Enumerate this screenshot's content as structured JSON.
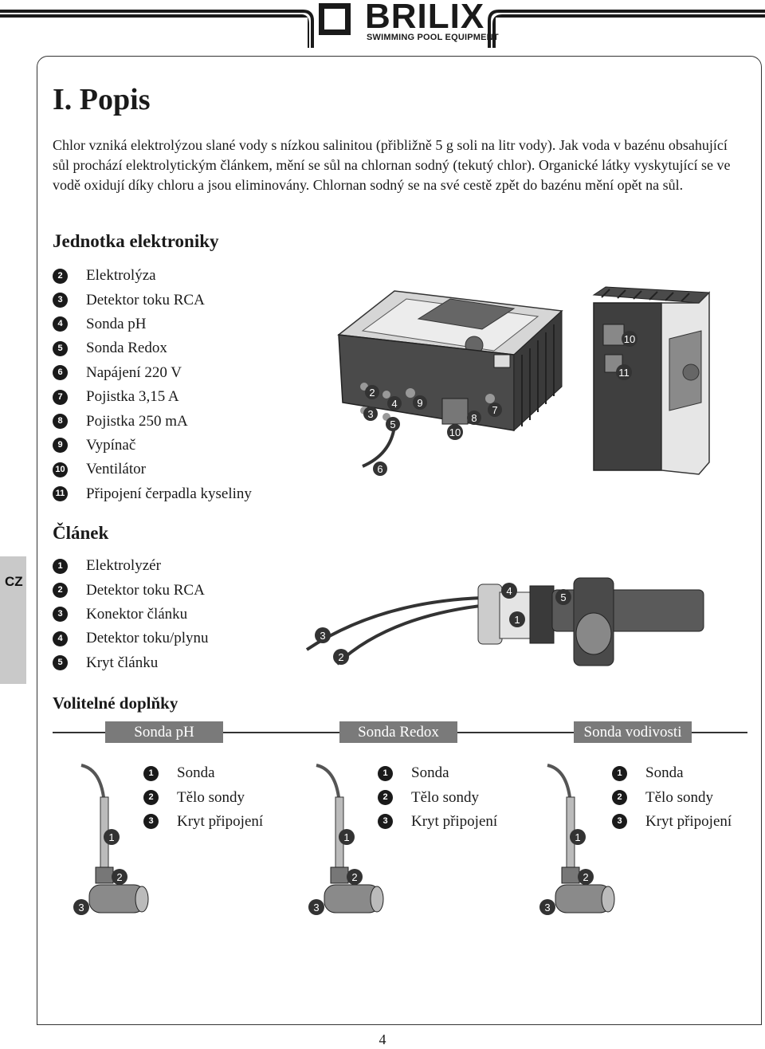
{
  "brand": {
    "name": "BRILIX",
    "tagline": "SWIMMING POOL EQUIPMENT"
  },
  "side_tab": "CZ",
  "title": "I. Popis",
  "intro": "Chlor vzniká elektrolýzou slané vody s nízkou salinitou (přibližně 5 g soli na litr vody). Jak voda v bazénu obsahující sůl prochází elektrolytickým článkem, mění se sůl na chlornan sodný (tekutý chlor). Organické látky vyskytující se ve vodě oxidují díky chloru a jsou eliminovány. Chlornan sodný se na své cestě zpět do bazénu mění opět na sůl.",
  "electronics": {
    "heading": "Jednotka elektroniky",
    "items": [
      {
        "n": "2",
        "label": "Elektrolýza"
      },
      {
        "n": "3",
        "label": "Detektor toku RCA"
      },
      {
        "n": "4",
        "label": "Sonda pH"
      },
      {
        "n": "5",
        "label": "Sonda Redox"
      },
      {
        "n": "6",
        "label": "Napájení 220 V"
      },
      {
        "n": "7",
        "label": "Pojistka 3,15 A"
      },
      {
        "n": "8",
        "label": "Pojistka 250 mA"
      },
      {
        "n": "9",
        "label": "Vypínač"
      },
      {
        "n": "10",
        "label": "Ventilátor"
      },
      {
        "n": "11",
        "label": "Připojení čerpadla kyseliny"
      }
    ],
    "callouts": [
      "2",
      "3",
      "4",
      "5",
      "6",
      "7",
      "8",
      "9",
      "10",
      "10",
      "11"
    ]
  },
  "cell": {
    "heading": "Článek",
    "items": [
      {
        "n": "1",
        "label": "Elektrolyzér"
      },
      {
        "n": "2",
        "label": "Detektor toku RCA"
      },
      {
        "n": "3",
        "label": "Konektor článku"
      },
      {
        "n": "4",
        "label": "Detektor toku/plynu"
      },
      {
        "n": "5",
        "label": "Kryt článku"
      }
    ]
  },
  "optional": {
    "heading": "Volitelné doplňky",
    "probes": [
      {
        "title": "Sonda pH",
        "items": [
          {
            "n": "1",
            "label": "Sonda"
          },
          {
            "n": "2",
            "label": "Tělo sondy"
          },
          {
            "n": "3",
            "label": "Kryt připojení"
          }
        ]
      },
      {
        "title": "Sonda Redox",
        "items": [
          {
            "n": "1",
            "label": "Sonda"
          },
          {
            "n": "2",
            "label": "Tělo sondy"
          },
          {
            "n": "3",
            "label": "Kryt připojení"
          }
        ]
      },
      {
        "title": "Sonda vodivosti",
        "items": [
          {
            "n": "1",
            "label": "Sonda"
          },
          {
            "n": "2",
            "label": "Tělo sondy"
          },
          {
            "n": "3",
            "label": "Kryt připojení"
          }
        ]
      }
    ]
  },
  "page_number": "4"
}
